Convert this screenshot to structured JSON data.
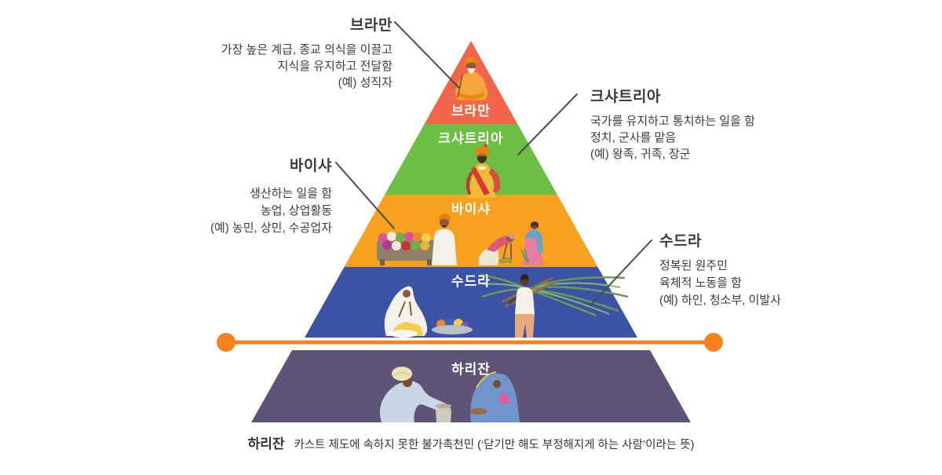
{
  "pyramid": {
    "levels": [
      {
        "id": "brahman",
        "label": "브라만"
      },
      {
        "id": "kshatriya",
        "label": "크샤트리아"
      },
      {
        "id": "vaishya",
        "label": "바이샤"
      },
      {
        "id": "sudra",
        "label": "수드라"
      },
      {
        "id": "harijan",
        "label": "하리잔"
      }
    ],
    "colors": {
      "brahman": "#F1664B",
      "kshatriya": "#6CBE45",
      "vaishya": "#F7A11E",
      "sudra": "#3A53A4",
      "harijan": "#5D5478",
      "divider": "#F5821F",
      "callout_line": "#4B4B4B"
    }
  },
  "annotations": {
    "brahman": {
      "title": "브라만",
      "lines": [
        "가장 높은 계급, 종교 의식을 이끌고",
        "지식을 유지하고 전달함",
        "(예) 성직자"
      ]
    },
    "kshatriya": {
      "title": "크샤트리아",
      "lines": [
        "국가를 유지하고 통치하는 일을 함",
        "정치, 군사를 맡음",
        "(예) 왕족, 귀족, 장군"
      ]
    },
    "vaishya": {
      "title": "바이샤",
      "lines": [
        "생산하는 일을 함",
        "농업, 상업활동",
        "(예) 농민, 상민, 수공업자"
      ]
    },
    "sudra": {
      "title": "수드라",
      "lines": [
        "정복된 원주민",
        "육체적 노동을 함",
        "(예) 하인, 청소부, 이발사"
      ]
    }
  },
  "caption": {
    "term": "하리잔",
    "description": "카스트 제도에 속하지 못한 불가촉천민 (‘닫기만 해도 부정해지게 하는 사람’이라는 뜻)"
  }
}
